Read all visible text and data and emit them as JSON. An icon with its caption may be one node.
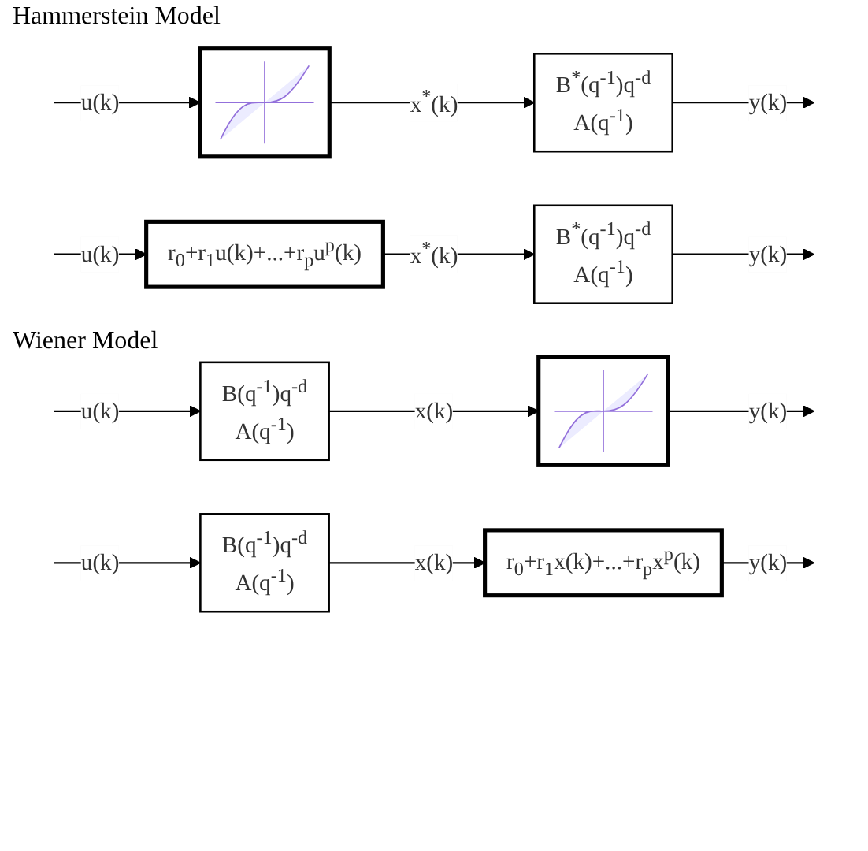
{
  "diagram": {
    "nodes": [
      {
        "text": [],
        "shape": "picture"
      },
      {
        "text": [
          "B$^{*}$(q$^{-1}$)q$^{-d}$",
          "A(q$^{-1}$)"
        ]
      },
      {
        "text": [
          "r$_{0}$+r$_{1}$u(k)+...+r$_{p}$u$^{p}$(k)"
        ]
      },
      {
        "text": [
          "B$^{*}$(q$^{-1}$)q$^{-d}$",
          "A(q$^{-1}$)"
        ]
      },
      {
        "text": [
          "B(q$^{-1}$)q$^{-d}$",
          "A(q$^{-1}$)"
        ]
      },
      {
        "text": [],
        "shape": "picture"
      },
      {
        "text": [
          "B(q$^{-1}$)q$^{-d}$",
          "A(q$^{-1}$)"
        ]
      },
      {
        "text": [
          "r$_{0}$+r$_{1}$x(k)+...+r$_{p}$x$^{p}$(k)"
        ]
      }
    ],
    "edges": [
      {
        "from": null,
        "to": 0,
        "arrow": "to",
        "label": "u(k)"
      },
      {
        "from": 0,
        "to": 1,
        "arrow": "to",
        "label": "x$^{*}$(k)"
      },
      {
        "from": 1,
        "to": null,
        "arrow": "to",
        "label": "y(k)"
      },
      {
        "from": null,
        "to": 2,
        "arrow": "to",
        "label": "u(k)"
      },
      {
        "from": 2,
        "to": 3,
        "arrow": "to",
        "label": "x$^{*}$(k)"
      },
      {
        "from": 3,
        "to": null,
        "arrow": "to",
        "label": "y(k)"
      },
      {
        "from": null,
        "to": 4,
        "arrow": "to",
        "label": "u(k)"
      },
      {
        "from": 4,
        "to": 5,
        "arrow": "to",
        "label": "x(k)"
      },
      {
        "from": 5,
        "to": null,
        "arrow": "to",
        "label": "y(k)"
      },
      {
        "from": null,
        "to": 6,
        "arrow": "to",
        "label": "u(k)"
      },
      {
        "from": 6,
        "to": 7,
        "arrow": "to",
        "label": "x(k)"
      },
      {
        "from": 7,
        "to": null,
        "arrow": "to",
        "label": "y(k)"
      }
    ],
    "labels": [
      "Hammerstein Model",
      "Wiener Model"
    ]
  }
}
